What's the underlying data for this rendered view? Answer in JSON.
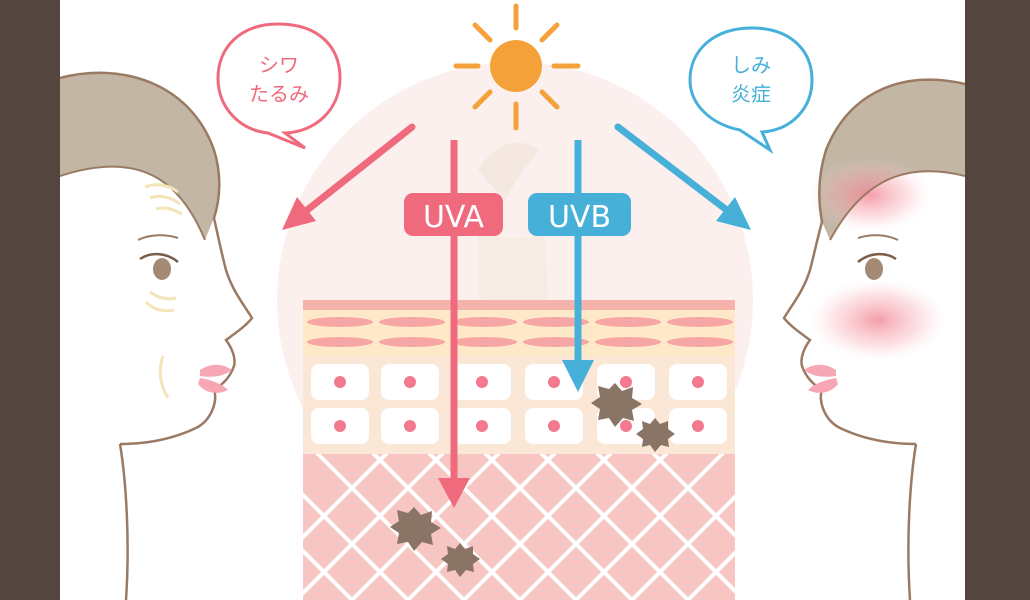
{
  "labels": {
    "uva": "UVA",
    "uvb": "UVB",
    "left_bubble": {
      "line1": "シワ",
      "line2": "たるみ"
    },
    "right_bubble": {
      "line1": "しみ",
      "line2": "炎症"
    }
  },
  "colors": {
    "side_bar": "#54453f",
    "uva": "#f06a7e",
    "uvb": "#46b0d8",
    "sun": "#f5a13a",
    "skin_cells": "#fbe7d5",
    "dermis": "#f7c6c3",
    "spot": "#8a7466",
    "hair": "#c3b6a5"
  },
  "icons": {
    "sun": "sun-icon",
    "spots": "pigment-spot-icon",
    "bubbles": "speech-bubble-icon"
  }
}
